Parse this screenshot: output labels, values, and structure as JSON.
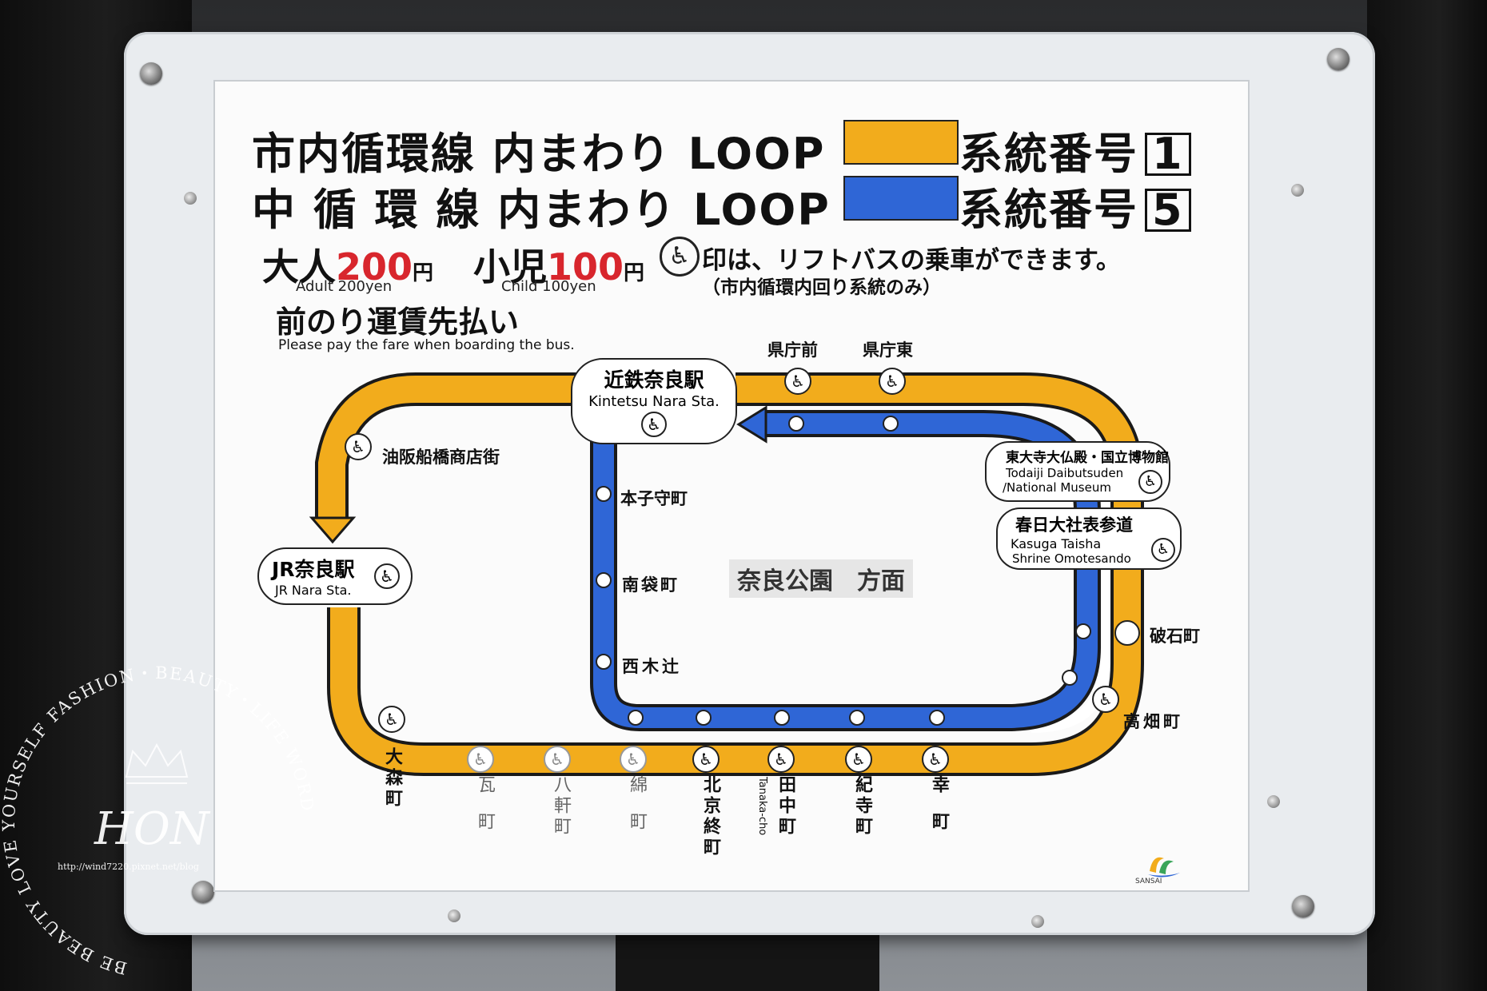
{
  "sign": {
    "title_line1": "市内循環線 内まわり LOOP",
    "route1_label": "系統番号",
    "route1_number": "1",
    "title_line2": "中 循 環 線 内まわり LOOP",
    "route5_label": "系統番号",
    "route5_number": "5",
    "colors": {
      "orange": "#f2ac1c",
      "blue": "#2f66d6"
    },
    "fare_adult_prefix": "大人",
    "fare_adult_amount": "200",
    "fare_yen": "円",
    "fare_adult_en": "Adult 200yen",
    "fare_child_prefix": "小児",
    "fare_child_amount": "100",
    "fare_child_en": "Child 100yen",
    "lift_note": "印は、リフトバスの乗車ができます。",
    "lift_note_sub": "（市内循環内回り系統のみ）",
    "pay_jp": "前のり運賃先払い",
    "pay_en": "Please pay the fare when boarding the bus.",
    "stops": {
      "kintetsu_jp": "近鉄奈良駅",
      "kintetsu_en": "Kintetsu Nara Sta.",
      "kenchomae": "県庁前",
      "kenchohigashi": "県庁東",
      "aburasaka": "油阪船橋商店街",
      "jr_jp": "JR奈良駅",
      "jr_en": "JR Nara Sta.",
      "todaiji_jp": "東大寺大仏殿・国立博物館",
      "todaiji_en1": "Todaiji Daibutsuden",
      "todaiji_en2": "/National Museum",
      "kasuga_jp": "春日大社表参道",
      "kasuga_en1": "Kasuga Taisha",
      "kasuga_en2": "Shrine Omotesando",
      "motomori": "本子守町",
      "minamifukuro": "南袋町",
      "nishikitsuji": "西木辻",
      "waridashi": "破石町",
      "takabatake": "高畑町",
      "omori": "大森町",
      "kawara": "瓦町",
      "hakken": "八軒町",
      "wata": "綿町",
      "kitakyobate": "北京終町",
      "tanaka": "田中町",
      "tanaka_en": "Tanaka-cho",
      "kidera": "紀寺町",
      "saiwai": "幸町"
    },
    "center_label": "奈良公園　方面",
    "logo_text": "SANSAI"
  },
  "watermark": {
    "arc_text": "BE BEAUTY LOVE YOURSELF FASHION・BEAUTY・LIFE WORD",
    "name": "HON",
    "url": "http://wind7220.pixnet.net/blog"
  }
}
